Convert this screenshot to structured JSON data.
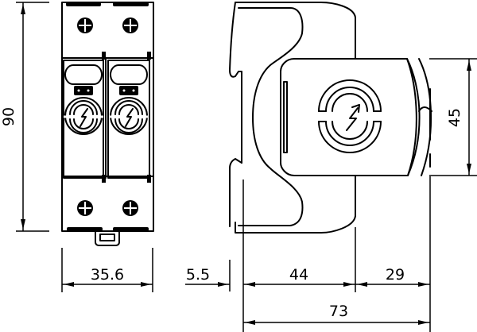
{
  "drawing": {
    "subject": "surge protection device, 2-pole, DIN rail",
    "views": [
      "front-view",
      "side-view"
    ],
    "colors": {
      "line": "#000000",
      "background": "#ffffff"
    }
  },
  "dimensions": {
    "height_total": "90",
    "width_front": "35.6",
    "height_cover": "45",
    "offset_rail": "5.5",
    "depth_base": "44",
    "depth_cover": "29",
    "depth_total": "73"
  }
}
